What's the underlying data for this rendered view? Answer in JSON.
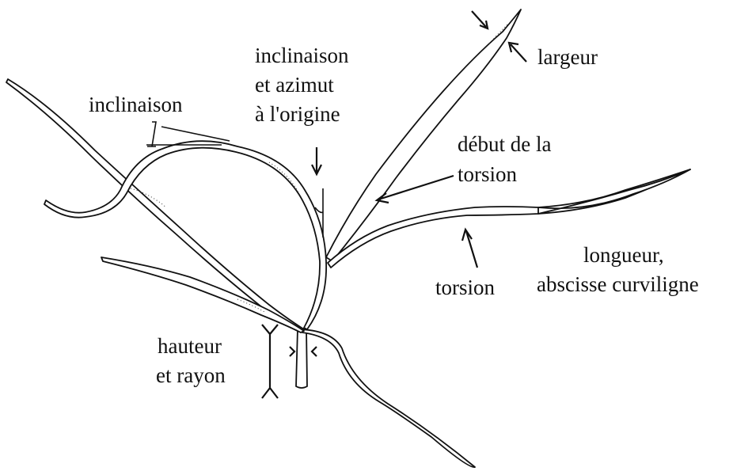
{
  "labels": {
    "inclinaison": "inclinaison",
    "incl_azimut_1": "inclinaison",
    "incl_azimut_2": "et azimut",
    "incl_azimut_3": "à l'origine",
    "largeur": "largeur",
    "debut_1": "début de la",
    "debut_2": "torsion",
    "longueur_1": "longueur,",
    "longueur_2": "abscisse curviligne",
    "torsion": "torsion",
    "hauteur_1": "hauteur",
    "hauteur_2": "et rayon"
  },
  "colors": {
    "line": "#111111",
    "background": "#ffffff"
  }
}
